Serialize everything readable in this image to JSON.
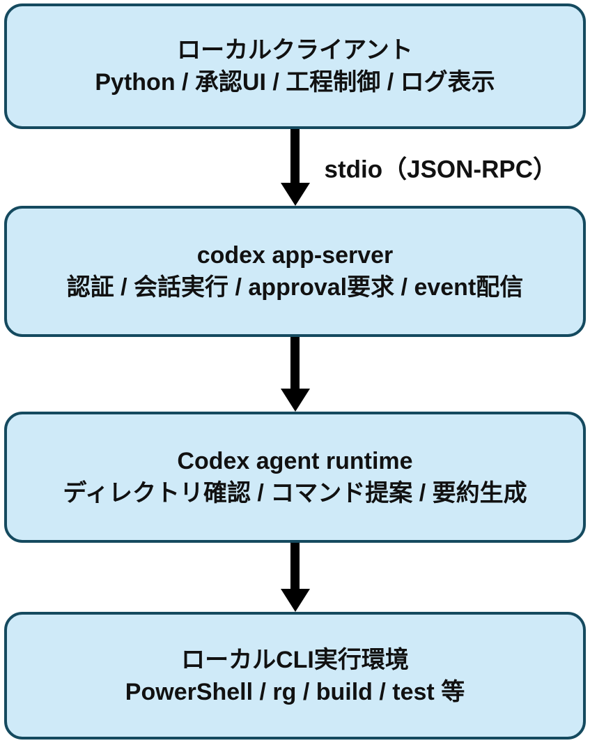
{
  "diagram": {
    "type": "flowchart-vertical",
    "colors": {
      "background": "#ffffff",
      "node_fill": "#cfeaf8",
      "node_border": "#154a5f",
      "text": "#111111",
      "arrow": "#000000"
    },
    "nodes": [
      {
        "id": "local-client",
        "title": "ローカルクライアント",
        "subtitle": "Python / 承認UI / 工程制御 / ログ表示"
      },
      {
        "id": "codex-app-server",
        "title": "codex app-server",
        "subtitle": "認証 / 会話実行 / approval要求 / event配信"
      },
      {
        "id": "codex-agent-runtime",
        "title": "Codex agent runtime",
        "subtitle": "ディレクトリ確認 / コマンド提案 / 要約生成"
      },
      {
        "id": "local-cli-env",
        "title": "ローカルCLI実行環境",
        "subtitle": "PowerShell / rg / build / test 等"
      }
    ],
    "connectors": [
      {
        "from": "local-client",
        "to": "codex-app-server",
        "label": "stdio（JSON-RPC）"
      },
      {
        "from": "codex-app-server",
        "to": "codex-agent-runtime",
        "label": ""
      },
      {
        "from": "codex-agent-runtime",
        "to": "local-cli-env",
        "label": ""
      }
    ]
  }
}
